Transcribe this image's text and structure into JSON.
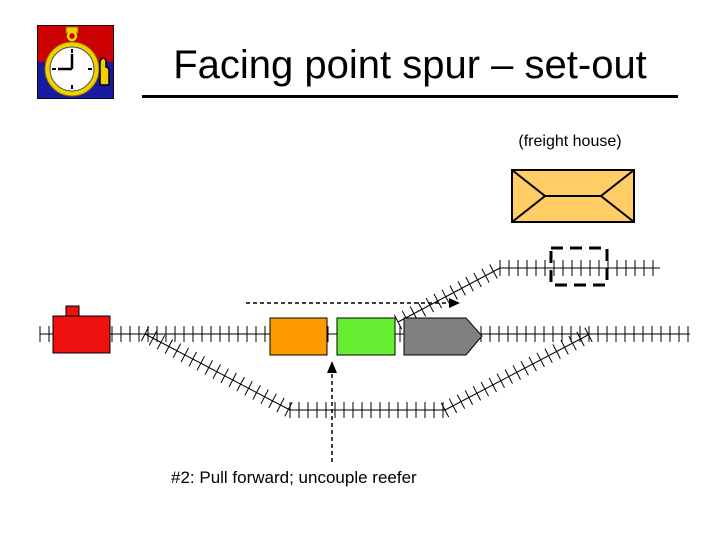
{
  "slide": {
    "title": "Facing point spur – set-out",
    "logo_icon": "stopwatch-icon",
    "freight_house_label": "(freight house)",
    "caption": "#2:  Pull forward; uncouple reefer"
  },
  "colors": {
    "locomotive": "#ee1111",
    "boxcar": "#ff9900",
    "reefer": "#66ee33",
    "gondola": "#808080",
    "freight_house": "#ffcc66",
    "logo_red": "#cc0000",
    "logo_blue": "#1a1aa0",
    "logo_gold": "#f0d000"
  },
  "cars": [
    {
      "kind": "locomotive",
      "color_key": "locomotive"
    },
    {
      "kind": "boxcar",
      "color_key": "boxcar"
    },
    {
      "kind": "reefer",
      "color_key": "reefer"
    },
    {
      "kind": "gondola",
      "color_key": "gondola"
    }
  ]
}
